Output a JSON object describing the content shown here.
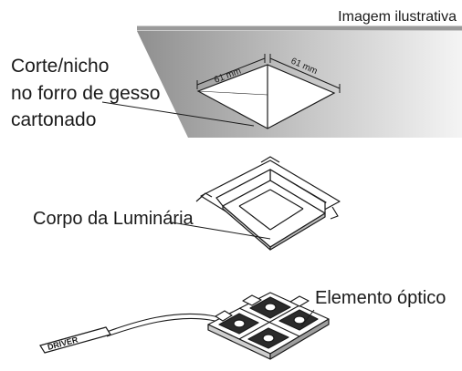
{
  "header": {
    "caption": "Imagem ilustrativa"
  },
  "labels": {
    "cutout": [
      "Corte/nicho",
      "no forro de gesso",
      "cartonado"
    ],
    "body": "Corpo da Luminária",
    "optic": "Elemento óptico"
  },
  "dimensions": {
    "left": "61 mm",
    "right": "61 mm"
  },
  "driver_label": "DRIVER",
  "colors": {
    "ceiling_dark": "#8f8f8f",
    "ceiling_light": "#f2f2f2",
    "line": "#1a1a1a"
  }
}
